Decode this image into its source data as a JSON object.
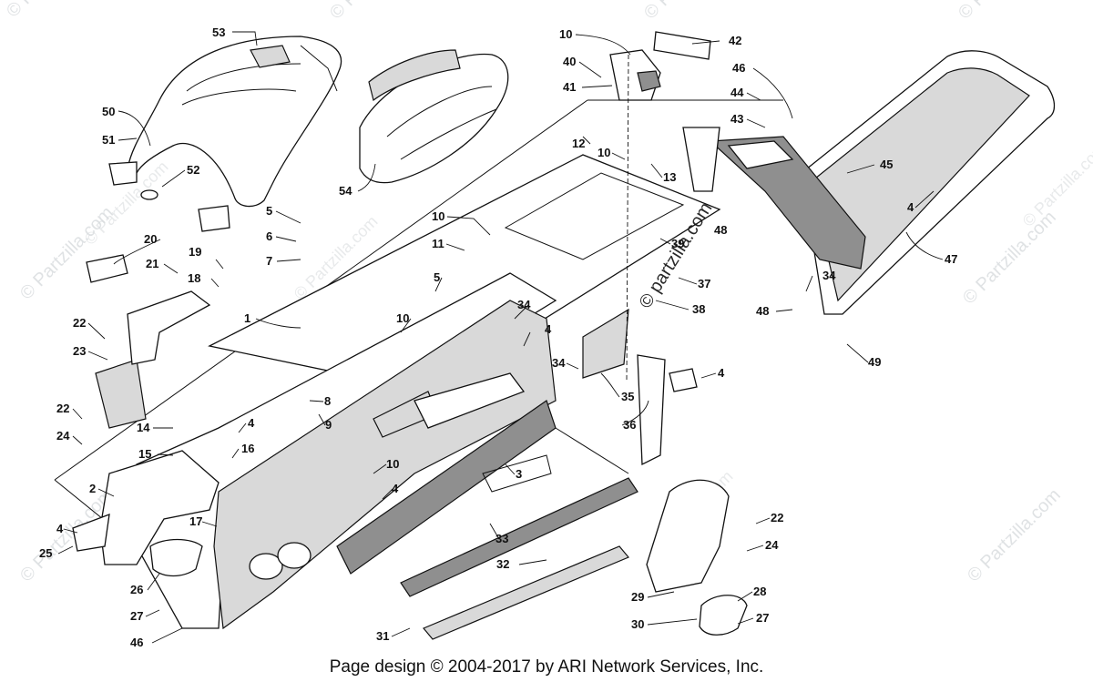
{
  "watermark": "© Partzilla.com",
  "center_watermark": "© partzilla.com",
  "callouts": [
    {
      "id": "c53",
      "label": "53"
    },
    {
      "id": "c50",
      "label": "50"
    },
    {
      "id": "c51",
      "label": "51"
    },
    {
      "id": "c52",
      "label": "52"
    },
    {
      "id": "c54",
      "label": "54"
    },
    {
      "id": "c10a",
      "label": "10"
    },
    {
      "id": "c40",
      "label": "40"
    },
    {
      "id": "c41",
      "label": "41"
    },
    {
      "id": "c42",
      "label": "42"
    },
    {
      "id": "c46a",
      "label": "46"
    },
    {
      "id": "c44",
      "label": "44"
    },
    {
      "id": "c43",
      "label": "43"
    },
    {
      "id": "c12",
      "label": "12"
    },
    {
      "id": "c10b",
      "label": "10"
    },
    {
      "id": "c13",
      "label": "13"
    },
    {
      "id": "c45",
      "label": "45"
    },
    {
      "id": "c4a",
      "label": "4"
    },
    {
      "id": "c20",
      "label": "20"
    },
    {
      "id": "c21",
      "label": "21"
    },
    {
      "id": "c19",
      "label": "19"
    },
    {
      "id": "c18",
      "label": "18"
    },
    {
      "id": "c5a",
      "label": "5"
    },
    {
      "id": "c6",
      "label": "6"
    },
    {
      "id": "c7",
      "label": "7"
    },
    {
      "id": "c10c",
      "label": "10"
    },
    {
      "id": "c11",
      "label": "11"
    },
    {
      "id": "c39",
      "label": "39"
    },
    {
      "id": "c48n",
      "label": "48"
    },
    {
      "id": "c47",
      "label": "47"
    },
    {
      "id": "c37",
      "label": "37"
    },
    {
      "id": "c38",
      "label": "38"
    },
    {
      "id": "c34a",
      "label": "34"
    },
    {
      "id": "c48",
      "label": "48"
    },
    {
      "id": "c49",
      "label": "49"
    },
    {
      "id": "c1",
      "label": "1"
    },
    {
      "id": "c5b",
      "label": "5"
    },
    {
      "id": "c22a",
      "label": "22"
    },
    {
      "id": "c23",
      "label": "23"
    },
    {
      "id": "c10d",
      "label": "10"
    },
    {
      "id": "c34b",
      "label": "34"
    },
    {
      "id": "c4b",
      "label": "4"
    },
    {
      "id": "c34c",
      "label": "34"
    },
    {
      "id": "c4c",
      "label": "4"
    },
    {
      "id": "c35",
      "label": "35"
    },
    {
      "id": "c8",
      "label": "8"
    },
    {
      "id": "c9",
      "label": "9"
    },
    {
      "id": "c22b",
      "label": "22"
    },
    {
      "id": "c24a",
      "label": "24"
    },
    {
      "id": "c14",
      "label": "14"
    },
    {
      "id": "c4d",
      "label": "4"
    },
    {
      "id": "c36",
      "label": "36"
    },
    {
      "id": "c15",
      "label": "15"
    },
    {
      "id": "c16",
      "label": "16"
    },
    {
      "id": "c10e",
      "label": "10"
    },
    {
      "id": "c3",
      "label": "3"
    },
    {
      "id": "c2",
      "label": "2"
    },
    {
      "id": "c4e",
      "label": "4"
    },
    {
      "id": "c17",
      "label": "17"
    },
    {
      "id": "c22c",
      "label": "22"
    },
    {
      "id": "c4f",
      "label": "4"
    },
    {
      "id": "c25",
      "label": "25"
    },
    {
      "id": "c33",
      "label": "33"
    },
    {
      "id": "c24b",
      "label": "24"
    },
    {
      "id": "c32",
      "label": "32"
    },
    {
      "id": "c26",
      "label": "26"
    },
    {
      "id": "c28",
      "label": "28"
    },
    {
      "id": "c29",
      "label": "29"
    },
    {
      "id": "c27a",
      "label": "27"
    },
    {
      "id": "c30",
      "label": "30"
    },
    {
      "id": "c27b",
      "label": "27"
    },
    {
      "id": "c46b",
      "label": "46"
    },
    {
      "id": "c31",
      "label": "31"
    }
  ],
  "footer": "Page design © 2004-2017 by ARI Network Services, Inc."
}
